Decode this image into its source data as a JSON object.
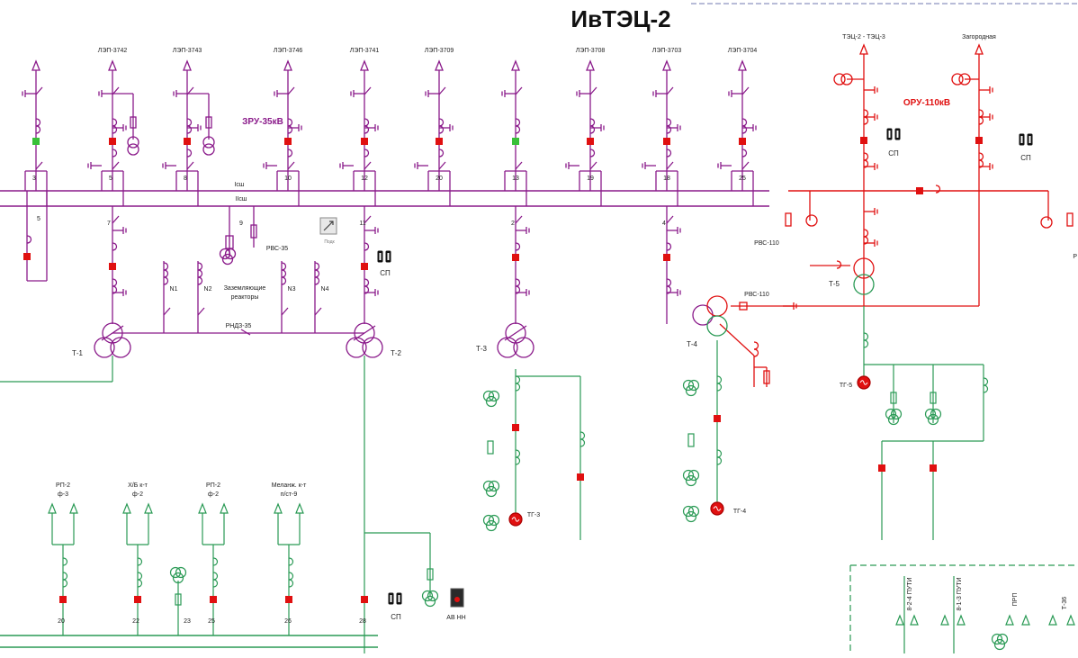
{
  "title": "ИвТЭЦ-2",
  "colors": {
    "purple": "#8a1a8a",
    "red": "#e01010",
    "green": "#2a9a55",
    "switch_on": "#e01010",
    "switch_off": "#38c038"
  },
  "zru": {
    "label": "ЗРУ-35кВ",
    "bus1": "Iсш",
    "bus2": "IIсш",
    "lines": [
      "ЛЭП-3742",
      "ЛЭП-3743",
      "ЛЭП-3746",
      "ЛЭП-3741",
      "ЛЭП-3709",
      "ЛЭП-3708",
      "ЛЭП-3703",
      "ЛЭП-3704"
    ],
    "cells": [
      "3",
      "5",
      "8",
      "10",
      "12",
      "20",
      "13",
      "19",
      "18",
      "25"
    ],
    "cells_lower": [
      "5",
      "7",
      "9",
      "11",
      "2",
      "4"
    ],
    "reactors": [
      "N1",
      "N2",
      "N3",
      "N4"
    ],
    "reactors_label": [
      "Заземляющие",
      "реакторы"
    ],
    "rnd": "РНДЗ-35",
    "rvs": "РВС-35",
    "sp": "СП",
    "transformers": [
      "Т-1",
      "Т-2",
      "Т-3",
      "Т-4"
    ],
    "icon_caption": "Подк"
  },
  "oru": {
    "label": "ОРУ-110кВ",
    "lines": [
      "ТЭЦ-2 - ТЭЦ-3",
      "Загородная"
    ],
    "rvs_left": "РВС-110",
    "rvs_mid": "РВС-110",
    "transformer": "Т-5",
    "sp": "СП",
    "rvs_right": "Р"
  },
  "gens": [
    "ТГ-3",
    "ТГ-4",
    "ТГ-5"
  ],
  "feeders": [
    {
      "l1": "РП-2",
      "l2": "ф-3"
    },
    {
      "l1": "Х/Б к-т",
      "l2": "ф-2"
    },
    {
      "l1": "РП-2",
      "l2": "ф-2"
    },
    {
      "l1": "Меланж. к-т",
      "l2": "п/ст-9"
    }
  ],
  "feeder_cells": [
    "20",
    "22",
    "23",
    "25",
    "26",
    "28"
  ],
  "feeder_sp": "СП",
  "av_nn": "АВ НН",
  "rail": [
    "8-2-4 ПУТИ",
    "8-1-3 ПУТИ",
    "ПРП",
    "Т-36"
  ]
}
